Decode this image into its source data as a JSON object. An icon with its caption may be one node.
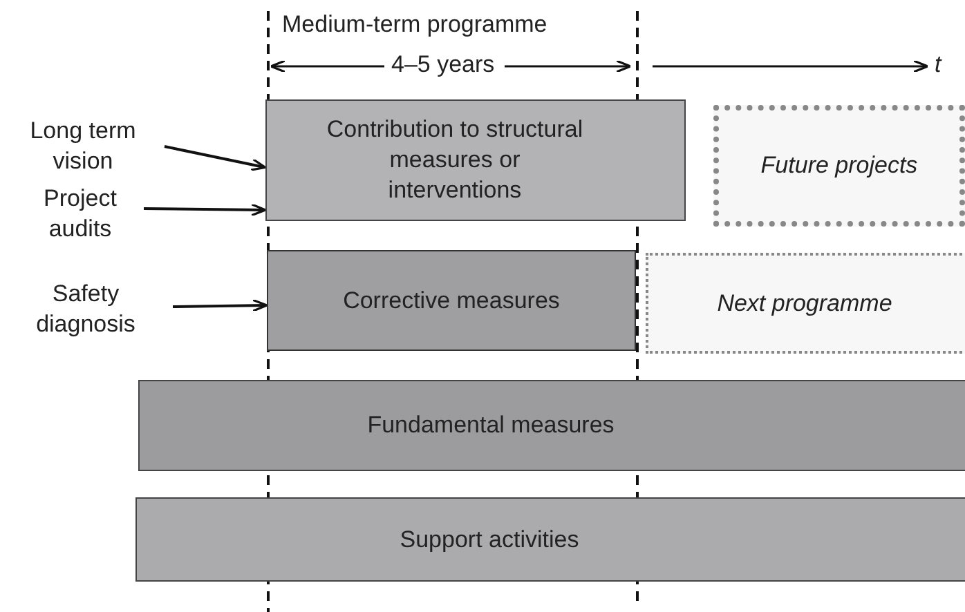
{
  "diagram": {
    "nodes": [
      {
        "text": [
          "Contribution to structural measures or interventions"
        ]
      },
      {
        "text": [
          "Future projects"
        ]
      },
      {
        "text": [
          "Corrective measures"
        ]
      },
      {
        "text": [
          "Next programme"
        ]
      },
      {
        "text": [
          "Fundamental measures"
        ]
      },
      {
        "text": [
          "Support activities"
        ]
      },
      {
        "text": [
          "Long term vision"
        ]
      },
      {
        "text": [
          "Project audits"
        ]
      },
      {
        "text": [
          "Safety diagnosis"
        ]
      }
    ],
    "edges": [
      {
        "from": 6,
        "to": 0,
        "arrow": "to"
      },
      {
        "from": 7,
        "to": 0,
        "arrow": "to"
      },
      {
        "from": 8,
        "to": 2,
        "arrow": "to"
      }
    ],
    "labels": [
      "Medium-term programme",
      "4–5 years",
      "t"
    ]
  }
}
